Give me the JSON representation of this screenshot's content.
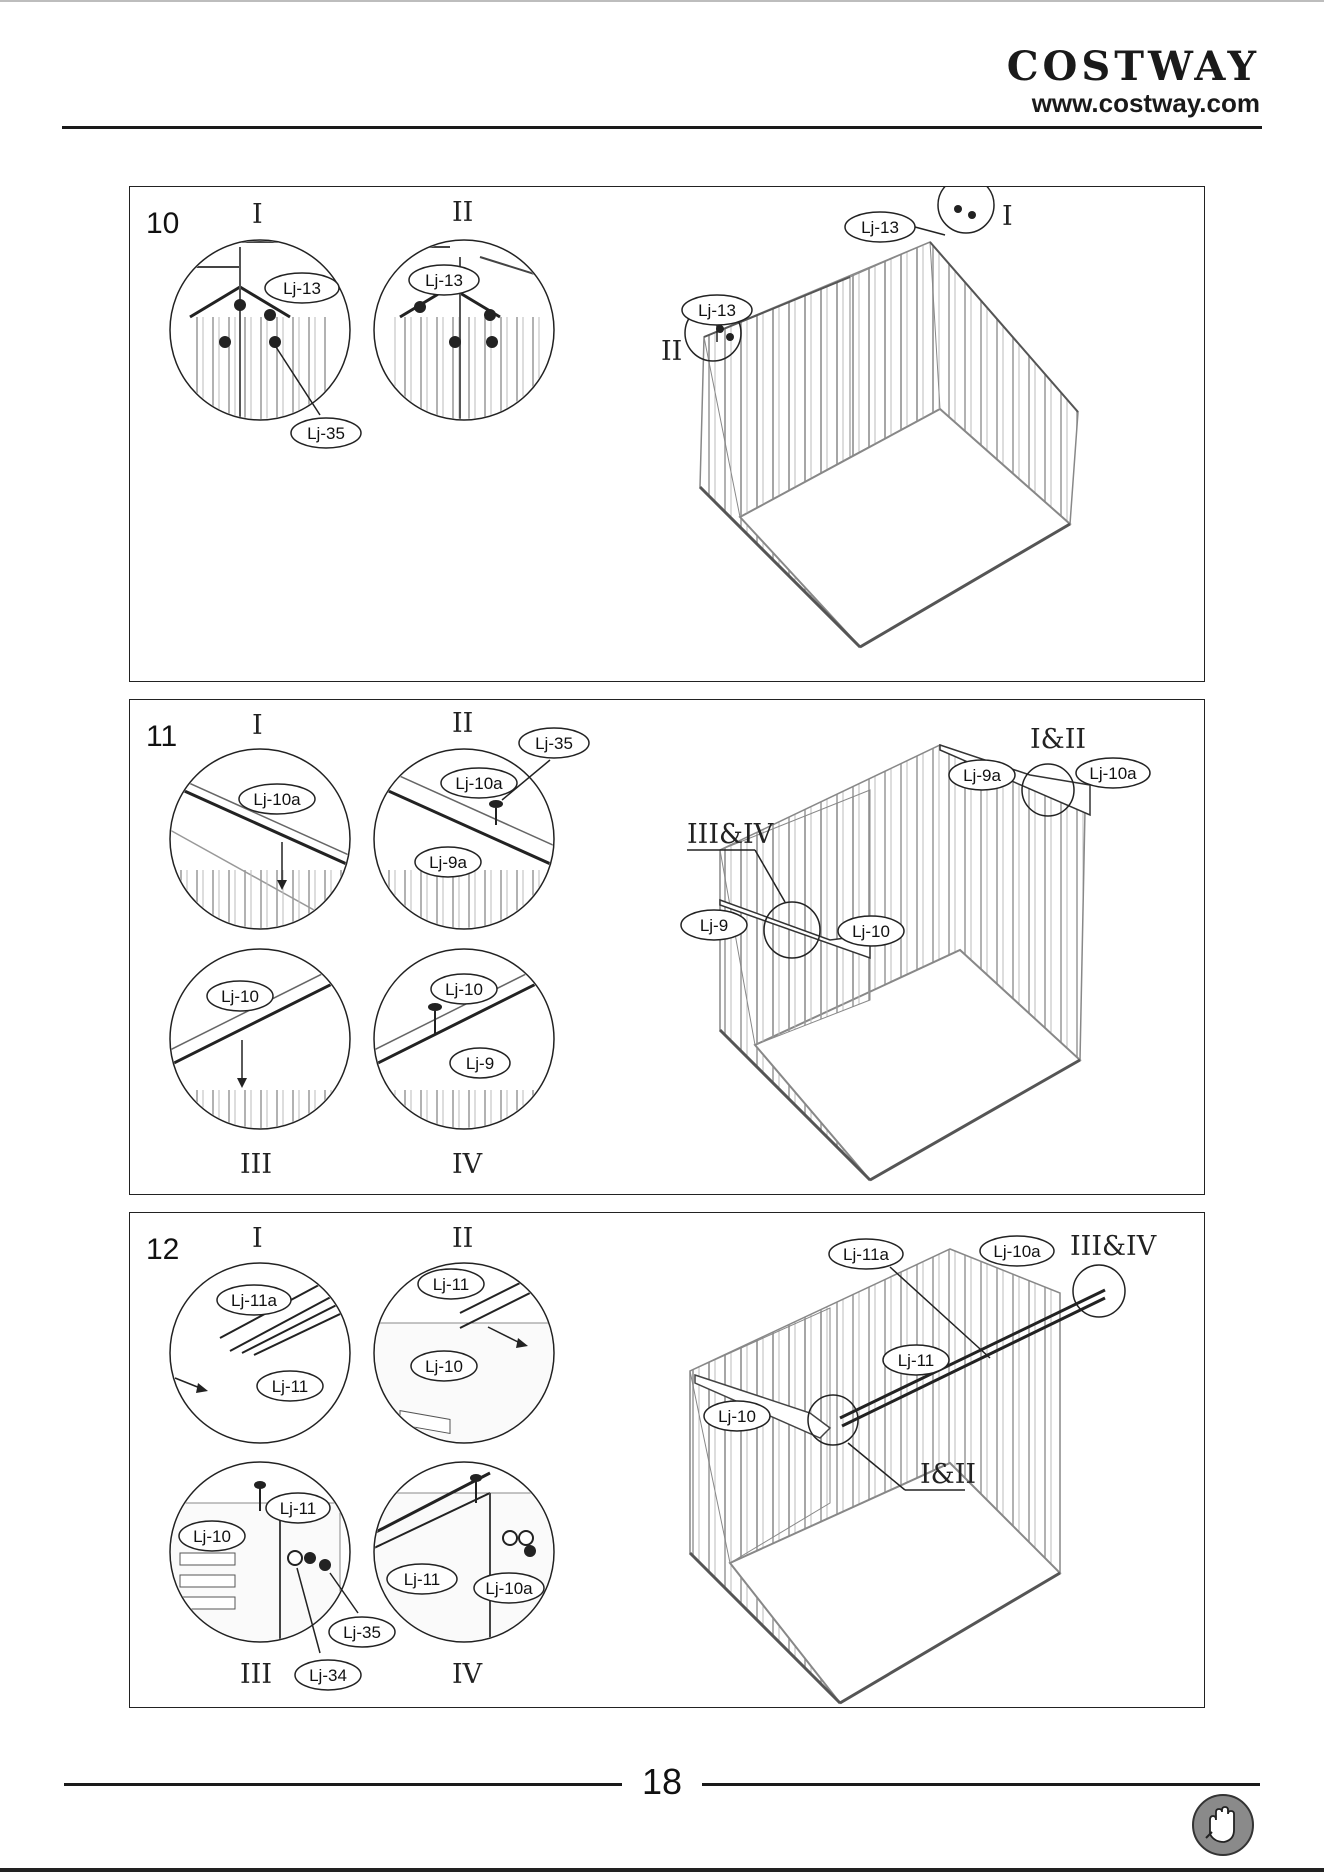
{
  "header": {
    "brand": "COSTWAY",
    "url": "www.costway.com"
  },
  "page_number": "18",
  "footer_icon": "glove-icon",
  "steps": [
    {
      "number": "10",
      "details": [
        {
          "roman": "I",
          "labels": [
            "Lj-13",
            "Lj-35"
          ]
        },
        {
          "roman": "II",
          "labels": [
            "Lj-13"
          ]
        }
      ],
      "main_labels": [
        "Lj-13",
        "Lj-13"
      ],
      "main_romans": [
        "I",
        "II"
      ]
    },
    {
      "number": "11",
      "details": [
        {
          "roman": "I",
          "labels": [
            "Lj-10a"
          ]
        },
        {
          "roman": "II",
          "labels": [
            "Lj-35",
            "Lj-10a",
            "Lj-9a"
          ]
        },
        {
          "roman": "III",
          "labels": [
            "Lj-10"
          ]
        },
        {
          "roman": "IV",
          "labels": [
            "Lj-10",
            "Lj-9"
          ]
        }
      ],
      "main_labels": [
        "Lj-9a",
        "Lj-10a",
        "Lj-9",
        "Lj-10"
      ],
      "main_romans": [
        "I&II",
        "III&IV"
      ]
    },
    {
      "number": "12",
      "details": [
        {
          "roman": "I",
          "labels": [
            "Lj-11a",
            "Lj-11"
          ]
        },
        {
          "roman": "II",
          "labels": [
            "Lj-11",
            "Lj-10"
          ]
        },
        {
          "roman": "III",
          "labels": [
            "Lj-11",
            "Lj-10",
            "Lj-35",
            "Lj-34"
          ]
        },
        {
          "roman": "IV",
          "labels": [
            "Lj-11",
            "Lj-10a"
          ]
        }
      ],
      "main_labels": [
        "Lj-11a",
        "Lj-10a",
        "Lj-11",
        "Lj-10"
      ],
      "main_romans": [
        "III&IV",
        "I&II"
      ]
    }
  ]
}
